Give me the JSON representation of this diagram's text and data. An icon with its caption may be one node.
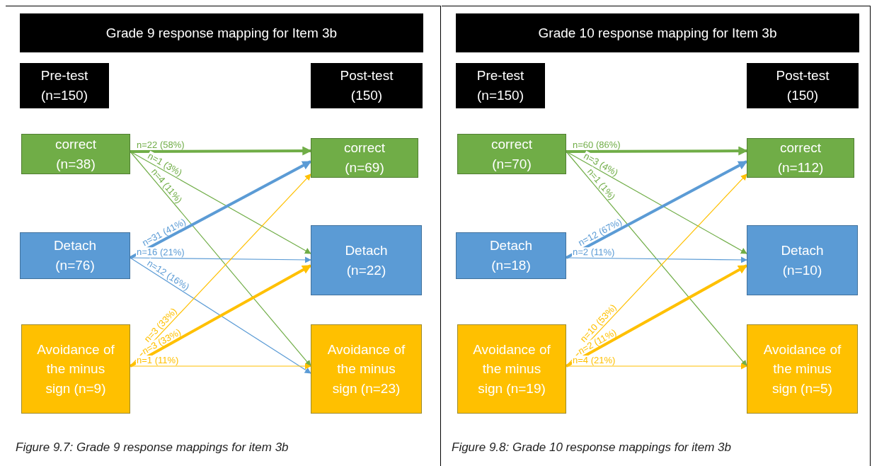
{
  "diagram": {
    "nodes": [
      {
        "text": [
          "Figure 9.7: Grade 9 response mappings for item 3b"
        ]
      },
      {
        "text": [
          "Grade 9 response mapping for Item 3b"
        ],
        "in": 0
      },
      {
        "text": [
          "Pre-test (n=150)"
        ],
        "in": 0
      },
      {
        "text": [
          "Post-test (150)"
        ],
        "in": 0
      },
      {
        "text": [
          "correct (n=38)"
        ],
        "in": 0
      },
      {
        "text": [
          "Detach (n=76)"
        ],
        "in": 0
      },
      {
        "text": [
          "Avoidance of the minus sign (n=9)"
        ],
        "in": 0
      },
      {
        "text": [
          "correct (n=69)"
        ],
        "in": 0
      },
      {
        "text": [
          "Detach (n=22)"
        ],
        "in": 0
      },
      {
        "text": [
          "Avoidance of the minus sign (n=23)"
        ],
        "in": 0
      },
      {
        "text": [
          "Figure 9.8: Grade 10 response mappings for item 3b"
        ]
      },
      {
        "text": [
          "Grade 10 response mapping for Item 3b"
        ],
        "in": 10
      },
      {
        "text": [
          "Pre-test (n=150)"
        ],
        "in": 10
      },
      {
        "text": [
          "Post-test (150)"
        ],
        "in": 10
      },
      {
        "text": [
          "correct (n=70)"
        ],
        "in": 10
      },
      {
        "text": [
          "Detach (n=18)"
        ],
        "in": 10
      },
      {
        "text": [
          "Avoidance of the minus sign (n=19)"
        ],
        "in": 10
      },
      {
        "text": [
          "correct (n=112)"
        ],
        "in": 10
      },
      {
        "text": [
          "Detach (n=10)"
        ],
        "in": 10
      },
      {
        "text": [
          "Avoidance of the minus sign (n=5)"
        ],
        "in": 10
      }
    ],
    "edges": [
      {
        "from": 4,
        "to": 7,
        "arrow": "to",
        "label": "n=22 (58%)",
        "style": "thick",
        "color": "#70ad47"
      },
      {
        "from": 4,
        "to": 8,
        "arrow": "to",
        "label": "n=1 (3%)",
        "color": "#70ad47"
      },
      {
        "from": 4,
        "to": 9,
        "arrow": "to",
        "label": "n=4 (11%)",
        "color": "#70ad47"
      },
      {
        "from": 5,
        "to": 7,
        "arrow": "to",
        "label": "n=31 (41%)",
        "style": "thick",
        "color": "#5b9bd5"
      },
      {
        "from": 5,
        "to": 8,
        "arrow": "to",
        "label": "n=16 (21%)",
        "color": "#5b9bd5"
      },
      {
        "from": 5,
        "to": 9,
        "arrow": "to",
        "label": "n=12 (16%)",
        "color": "#5b9bd5"
      },
      {
        "from": 6,
        "to": 7,
        "arrow": "to",
        "label": "n=3 (33%)",
        "color": "#ffc000"
      },
      {
        "from": 6,
        "to": 8,
        "arrow": "to",
        "label": "n=3 (33%)",
        "style": "thick",
        "color": "#ffc000"
      },
      {
        "from": 6,
        "to": 9,
        "arrow": "to",
        "label": "n=1 (11%)",
        "color": "#ffc000"
      },
      {
        "from": 14,
        "to": 17,
        "arrow": "to",
        "label": "n=60 (86%)",
        "style": "thick",
        "color": "#70ad47"
      },
      {
        "from": 14,
        "to": 18,
        "arrow": "to",
        "label": "n=3 (4%)",
        "color": "#70ad47"
      },
      {
        "from": 14,
        "to": 19,
        "arrow": "to",
        "label": "n=1 (1%)",
        "color": "#70ad47"
      },
      {
        "from": 15,
        "to": 17,
        "arrow": "to",
        "label": "n=12 (67%)",
        "style": "thick",
        "color": "#5b9bd5"
      },
      {
        "from": 15,
        "to": 18,
        "arrow": "to",
        "label": "n=2 (11%)",
        "color": "#5b9bd5"
      },
      {
        "from": 16,
        "to": 17,
        "arrow": "to",
        "label": "n=10 (53%)",
        "color": "#ffc000"
      },
      {
        "from": 16,
        "to": 18,
        "arrow": "to",
        "label": "n=2 (11%)",
        "style": "thick",
        "color": "#ffc000"
      },
      {
        "from": 16,
        "to": 19,
        "arrow": "to",
        "label": "n=4 (21%)",
        "color": "#ffc000"
      }
    ]
  }
}
